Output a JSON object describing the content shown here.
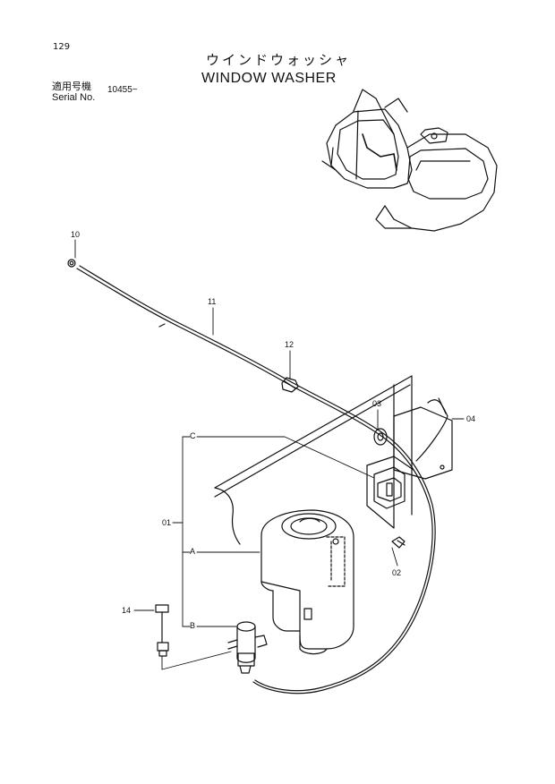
{
  "header": {
    "page_number": "129",
    "title_jp": "ウインドウォッシャ",
    "title_en": "WINDOW WASHER",
    "serial_label_jp": "適用号機",
    "serial_label_en": "Serial No.",
    "serial_value": "10455~"
  },
  "callouts": {
    "c10": "10",
    "c11": "11",
    "c12": "12",
    "c03": "03",
    "c04": "04",
    "c01": "01",
    "c02": "02",
    "c14": "14",
    "cA": "A",
    "cB": "B",
    "cC": "C"
  }
}
